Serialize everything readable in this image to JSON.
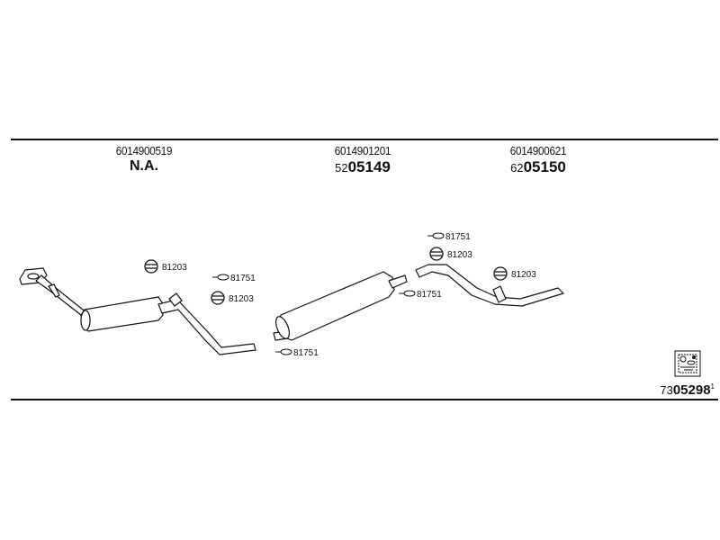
{
  "columns": [
    {
      "oe_number": "6014900519",
      "part_prefix": "",
      "part_main": "",
      "part_text": "N.A."
    },
    {
      "oe_number": "6014901201",
      "part_prefix": "52",
      "part_main": "05149",
      "part_text": ""
    },
    {
      "oe_number": "6014900621",
      "part_prefix": "62",
      "part_main": "05150",
      "part_text": ""
    }
  ],
  "hardware_labels": {
    "rubber_mount": "81203",
    "clamp": "81751"
  },
  "reference": {
    "prefix": "73",
    "main": "05298",
    "suffix": "1"
  }
}
